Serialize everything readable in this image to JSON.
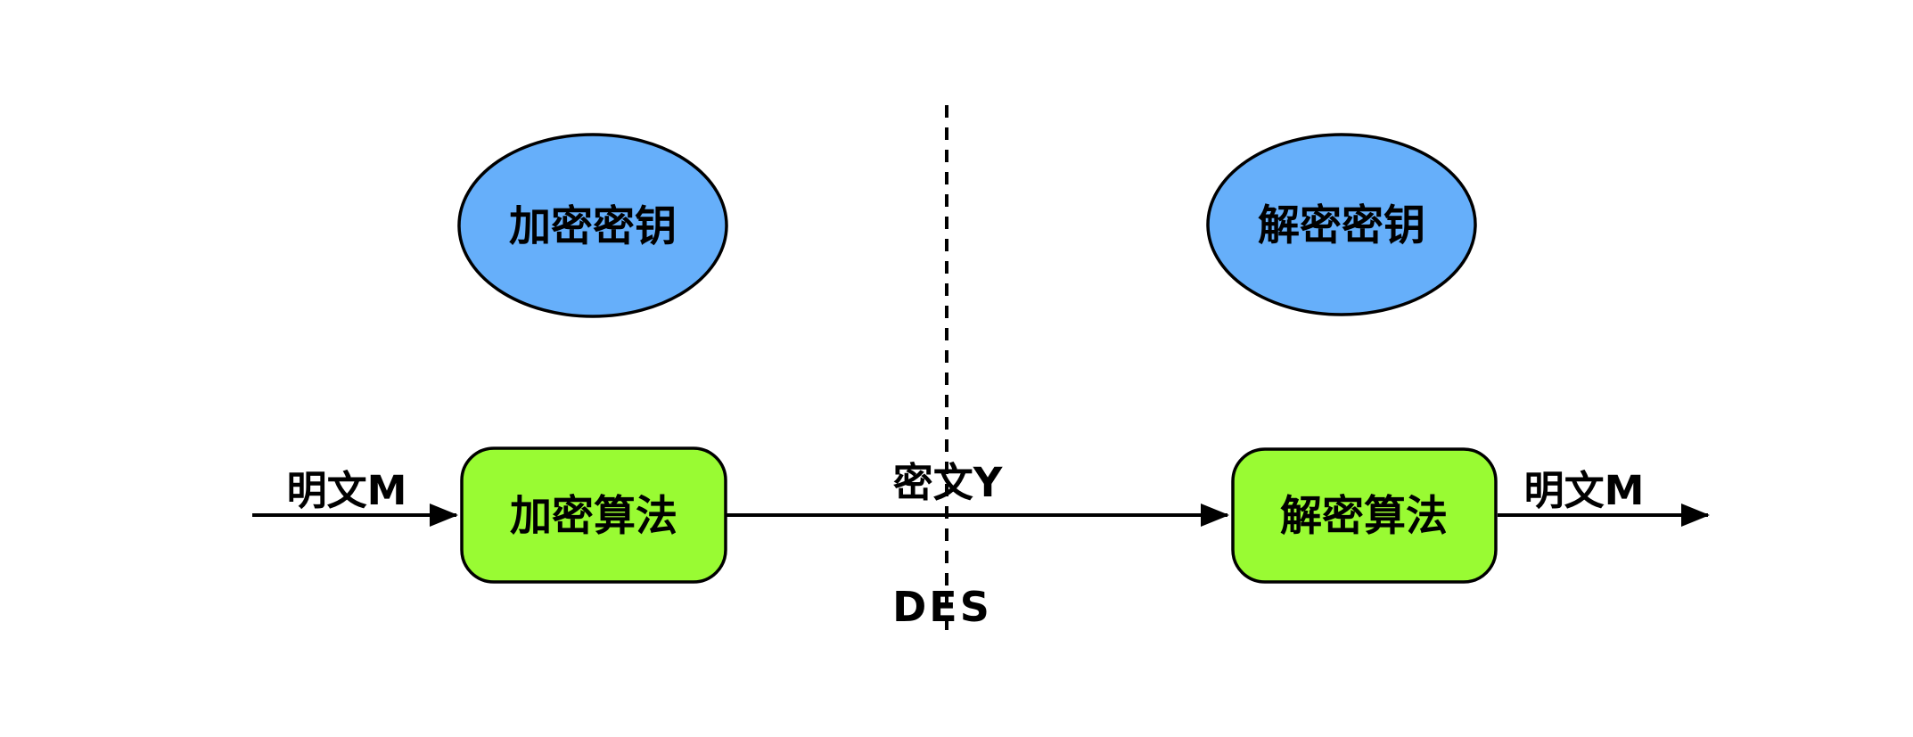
{
  "diagram": {
    "type": "flow-diagram",
    "colors": {
      "key_fill": "#66AFFA",
      "algo_fill": "#99FB33",
      "stroke": "#000000",
      "background": "#ffffff",
      "text": "#000000"
    },
    "nodes": {
      "encrypt_key": {
        "label": "加密密钥",
        "shape": "ellipse"
      },
      "decrypt_key": {
        "label": "解密密钥",
        "shape": "ellipse"
      },
      "encrypt_algo": {
        "label": "加密算法",
        "shape": "rounded-rect"
      },
      "decrypt_algo": {
        "label": "解密算法",
        "shape": "rounded-rect"
      }
    },
    "edges": {
      "plaintext_in": {
        "label": "明文M"
      },
      "ciphertext": {
        "label": "密文Y"
      },
      "plaintext_out": {
        "label": "明文M"
      }
    },
    "divider": {
      "label": "DES"
    }
  }
}
